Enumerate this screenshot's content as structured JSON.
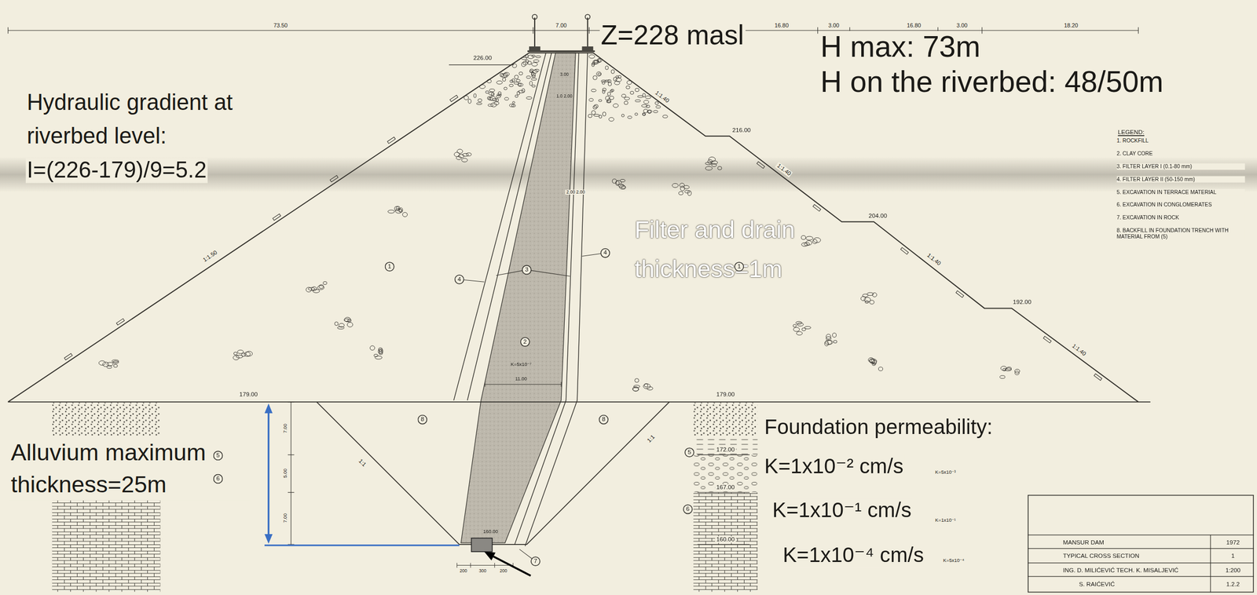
{
  "diagram": {
    "nodes": [
      {
        "text": [
          "4"
        ]
      },
      {
        "text": [
          "1"
        ]
      },
      {
        "text": [
          "1"
        ]
      },
      {
        "text": [
          "3"
        ]
      },
      {
        "text": [
          "4"
        ]
      },
      {
        "text": [
          "2"
        ]
      },
      {
        "text": [
          "8"
        ]
      },
      {
        "text": [
          "8"
        ]
      },
      {
        "text": [
          "5"
        ]
      },
      {
        "text": [
          "5"
        ]
      },
      {
        "text": [
          "6"
        ]
      },
      {
        "text": [
          "6"
        ]
      },
      {
        "text": [
          "7"
        ]
      },
      {
        "text": [
          "MANSUR DAM",
          "1972",
          "TYPICAL CROSS SECTION",
          "1",
          "ING. D. MILIĆEVIĆ TECH. K. MISALJEVIĆ",
          "1:200",
          "S. RAIĆEVIĆ",
          "1.2.2"
        ]
      }
    ],
    "labels": [
      "73.50",
      "7.00",
      "16.80",
      "3.00",
      "16.80",
      "3.00",
      "18.20",
      "Z=228 masl",
      "H max: 73m",
      "H on the riverbed: 48/50m",
      "226.00",
      "3.00",
      "1.0 2.00",
      "Hydraulic gradient at riverbed level:",
      "I=(226-179)/9=5.2",
      "1:1.40",
      "216.00",
      "1:1.50",
      "2.00 2.00",
      "1:1.40",
      "Filter and drain thickness=1m",
      "204.00",
      "1:1.40",
      "192.00",
      "1:1.40",
      "K=5x10⁻⁷",
      "11.00",
      "179.00",
      "179.00",
      "7.00",
      "5.00",
      "7.00",
      "172.00",
      "167.00",
      "160.00",
      "160.00",
      "1:1",
      "1:1",
      "Alluvium maximum thickness=25m",
      "Foundation permeability:",
      "K=1x10⁻² cm/s",
      "K=5x10⁻³",
      "K=1x10⁻¹ cm/s",
      "K=1x10⁻¹",
      "K=1x10⁻⁴ cm/s",
      "K=5x10⁻⁴",
      "200",
      "300",
      "200",
      "LEGEND:"
    ],
    "legend": [
      {
        "text": "1. ROCKFILL"
      },
      {
        "text": "2. CLAY CORE"
      },
      {
        "text": "3. FILTER LAYER I (0.1-80 mm)"
      },
      {
        "text": "4. FILTER LAYER II (50-150 mm)"
      },
      {
        "text": "5. EXCAVATION IN TERRACE MATERIAL"
      },
      {
        "text": "6. EXCAVATION IN CONGLOMERATES"
      },
      {
        "text": "7. EXCAVATION IN ROCK"
      },
      {
        "text": "8. BACKFILL IN FOUNDATION TRENCH WITH MATERIAL FROM (5)"
      }
    ]
  }
}
